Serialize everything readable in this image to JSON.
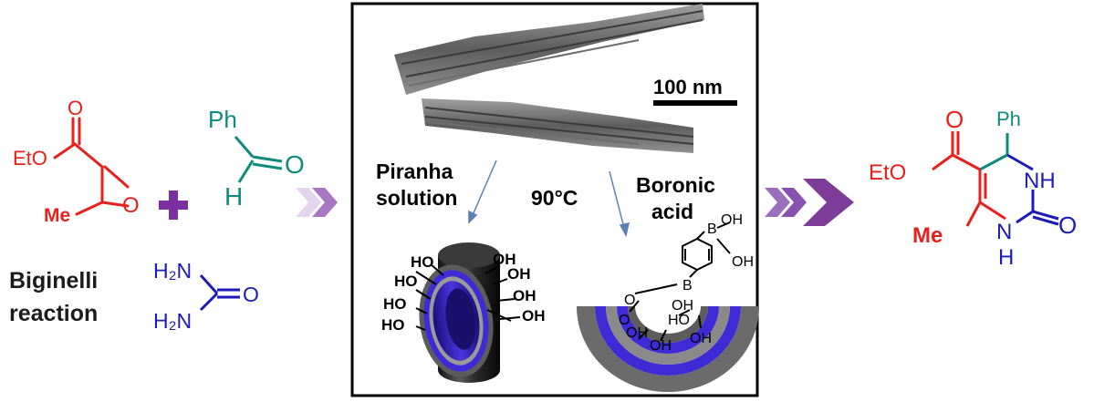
{
  "colors": {
    "reactant_red": "#e8201c",
    "aldehyde_teal": "#0f8b7e",
    "urea_blue": "#1d1ab8",
    "plus_purple": "#7b2fa0",
    "arrow_purple": "#7d3c98",
    "tube_blue": "#3f2bd6",
    "tube_gray": "#6b6b6b",
    "line_blue": "#5b7fb5"
  },
  "left": {
    "ketoester": {
      "eto": "EtO",
      "o_top": "O",
      "o_ring": "O",
      "me": "Me"
    },
    "plus_icon": "plus-icon",
    "aldehyde": {
      "ph": "Ph",
      "o": "O",
      "h": "H"
    },
    "urea": {
      "h2n_top": "H₂N",
      "o": "O",
      "h2n_bottom": "H₂N"
    },
    "reaction_label": [
      "Biginelli",
      "reaction"
    ]
  },
  "arrows": {
    "left_icon": "chevron-arrows-icon",
    "right_icon": "chevron-arrows-icon"
  },
  "box": {
    "scale_bar": "100 nm",
    "piranha": [
      "Piranha",
      "solution"
    ],
    "temperature": "90°C",
    "boronic": [
      "Boronic",
      "acid"
    ],
    "oh": "OH",
    "ho": "HO",
    "b": "B",
    "o": "O",
    "tube_icon": "nanotube-icon",
    "halftube_icon": "half-nanotube-icon",
    "tem_icon": "tem-nanotube-image"
  },
  "product": {
    "ph": "Ph",
    "eto": "EtO",
    "o_ester": "O",
    "nh_top": "NH",
    "o_urea": "O",
    "n": "N",
    "h_bottom": "H",
    "me": "Me"
  }
}
